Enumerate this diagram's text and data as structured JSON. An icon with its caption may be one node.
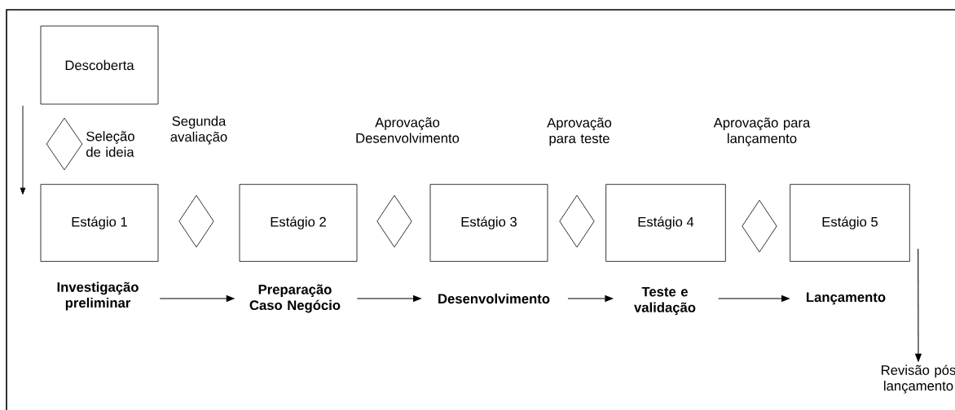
{
  "diagram": {
    "nodes": [
      {
        "text": [
          "Descoberta"
        ]
      },
      {
        "text": [],
        "shape": "diamond",
        "beside": [
          "Seleção de ideia"
        ]
      },
      {
        "text": [
          "Estágio 1"
        ]
      },
      {
        "text": [],
        "shape": "diamond"
      },
      {
        "text": [
          "Estágio 2"
        ]
      },
      {
        "text": [],
        "shape": "diamond"
      },
      {
        "text": [
          "Estágio 3"
        ]
      },
      {
        "text": [],
        "shape": "diamond"
      },
      {
        "text": [
          "Estágio 4"
        ]
      },
      {
        "text": [],
        "shape": "diamond"
      },
      {
        "text": [
          "Estágio 5"
        ]
      },
      {
        "text": [
          "Investigação preliminar"
        ]
      },
      {
        "text": [
          "Preparação Caso Negócio"
        ]
      },
      {
        "text": [
          "Desenvolvimento"
        ]
      },
      {
        "text": [
          "Teste e validação"
        ]
      },
      {
        "text": [
          "Lançamento"
        ]
      },
      {
        "text": [
          "Revisão pós lançamento"
        ]
      }
    ],
    "edges": [
      {
        "from": 11,
        "to": 12,
        "arrow": "to"
      },
      {
        "from": 12,
        "to": 13,
        "arrow": "to"
      },
      {
        "from": 13,
        "to": 14,
        "arrow": "to"
      },
      {
        "from": 14,
        "to": 15,
        "arrow": "to"
      },
      {
        "from": 10,
        "to": 16,
        "arrow": "to"
      }
    ],
    "labels": [
      "Segunda avaliação",
      "Aprovação Desenvolvimento",
      "Aprovação para teste",
      "Aprovação para lançamento"
    ]
  }
}
